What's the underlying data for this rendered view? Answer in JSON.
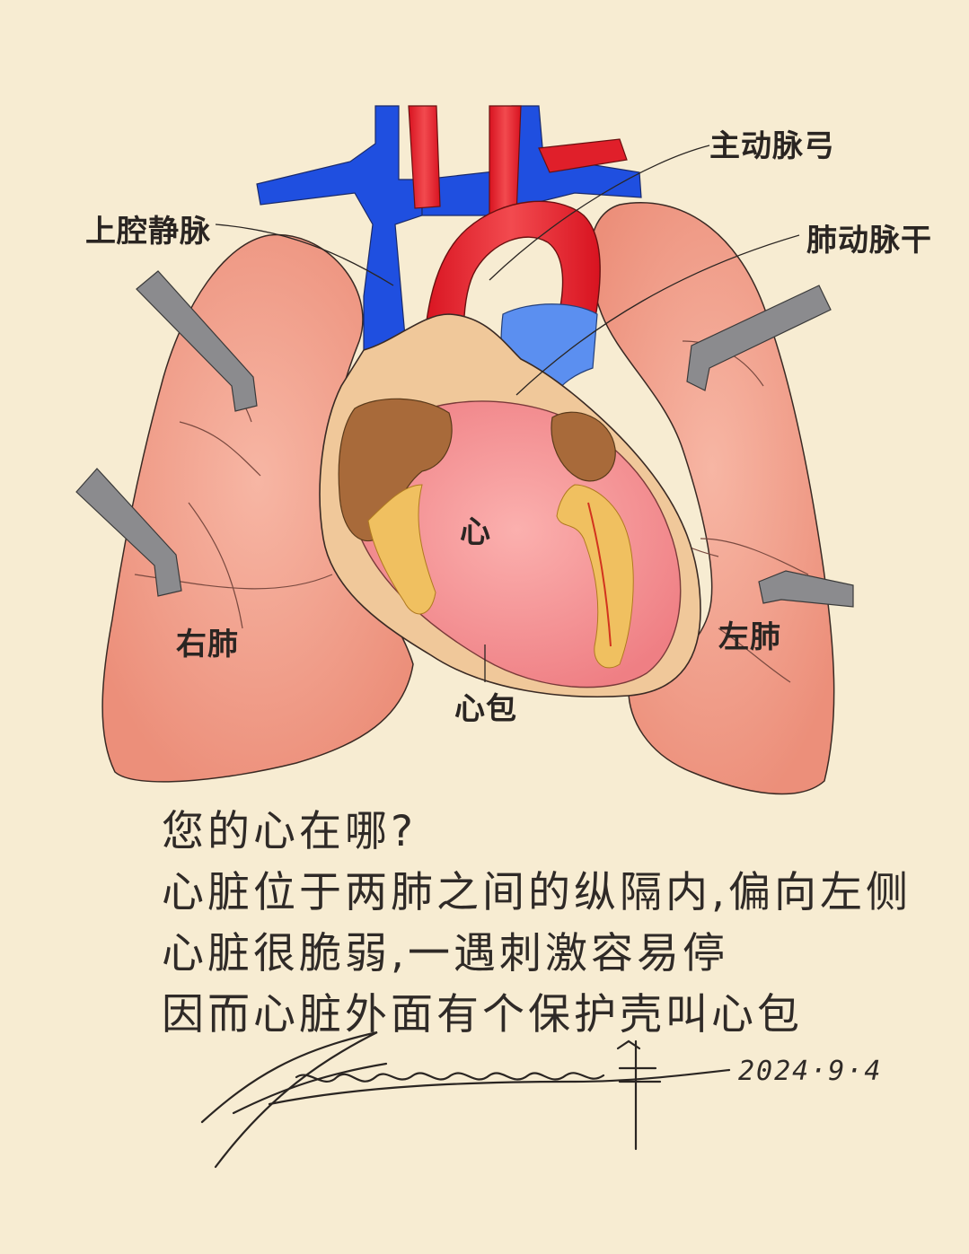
{
  "labels": {
    "aortic_arch": "主动脉弓",
    "superior_vena_cava": "上腔静脉",
    "pulmonary_trunk": "肺动脉干",
    "heart": "心",
    "right_lung": "右肺",
    "left_lung": "左肺",
    "pericardium": "心包"
  },
  "notes": [
    "您的心在哪?",
    "心脏位于两肺之间的纵隔内,偏向左侧",
    "心脏很脆弱,一遇刺激容易停",
    "因而心脏外面有个保护壳叫心包"
  ],
  "date": "2024·9·4",
  "colors": {
    "background": "#f7ecd2",
    "lung": "#f2a08c",
    "vein": "#1f4fe0",
    "artery": "#e01f2a",
    "pulmonary": "#5b8ff0",
    "heart": "#f49797",
    "atrium": "#a86a3a",
    "fat": "#f0c060",
    "retractor": "#8b8b8e"
  }
}
